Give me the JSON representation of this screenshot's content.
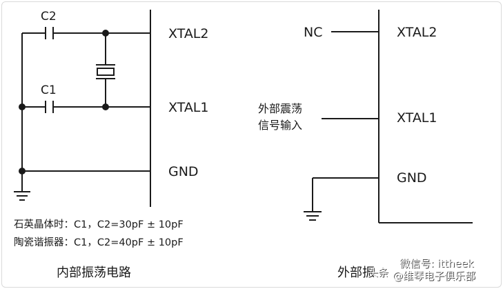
{
  "internal": {
    "pins": {
      "xtal2": "XTAL2",
      "xtal1": "XTAL1",
      "gnd": "GND"
    },
    "caps": {
      "c2": "C2",
      "c1": "C1"
    },
    "notes": [
      "石英晶体时：C1，C2=30pF ± 10pF",
      "陶瓷谐振器：C1，C2=40pF ± 10pF"
    ],
    "caption": "内部振荡电路"
  },
  "external": {
    "nc": "NC",
    "input_lines": [
      "外部震荡",
      "信号输入"
    ],
    "pins": {
      "xtal2": "XTAL2",
      "xtal1": "XTAL1",
      "gnd": "GND"
    },
    "caption": "外部振"
  },
  "watermark": {
    "prefix": "头条",
    "wechat": "微信号: ittheek",
    "name": "@维琴电子俱乐部"
  },
  "colors": {
    "line": "#1a1a1a",
    "text": "#1a1a1a",
    "frame": "#d9d9d9"
  }
}
